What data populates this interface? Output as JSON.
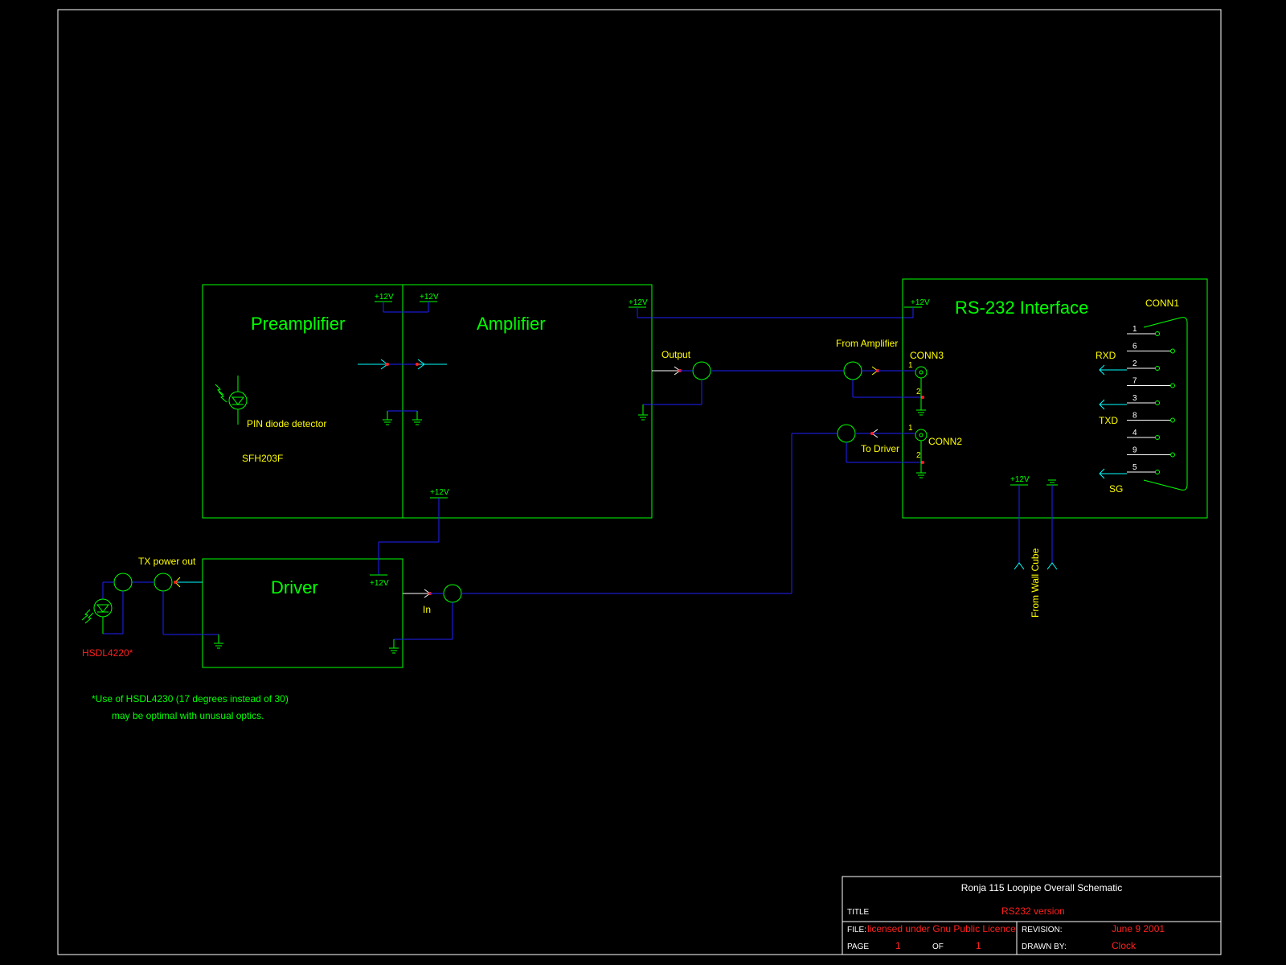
{
  "blocks": {
    "preamplifier": "Preamplifier",
    "amplifier": "Amplifier",
    "rs232": "RS-232 Interface",
    "driver": "Driver"
  },
  "labels": {
    "v12": "+12V",
    "output": "Output",
    "from_amplifier": "From Amplifier",
    "to_driver": "To Driver",
    "in": "In",
    "tx_power_out": "TX power out",
    "pin_detector": "PIN diode detector",
    "sfh": "SFH203F",
    "hsdl": "HSDL4220*",
    "conn1": "CONN1",
    "conn2": "CONN2",
    "conn3": "CONN3",
    "rxd": "RXD",
    "txd": "TXD",
    "sg": "SG",
    "wall_cube": "From Wall Cube",
    "pin_1": "1",
    "pin_2": "2"
  },
  "db9_pins": [
    "1",
    "6",
    "2",
    "7",
    "3",
    "8",
    "4",
    "9",
    "5"
  ],
  "note": {
    "line1": "*Use of HSDL4230 (17 degrees instead of 30)",
    "line2": "may be optimal with unusual optics."
  },
  "title_block": {
    "title_text": "Ronja 115 Loopipe Overall Schematic",
    "title_label": "TITLE",
    "title_value": "RS232 version",
    "file_label": "FILE:",
    "file_value": "licensed under Gnu Public Licence",
    "revision_label": "REVISION:",
    "revision_value": "June 9 2001",
    "page_label": "PAGE",
    "page_value": "1",
    "of_label": "OF",
    "of_value": "1",
    "drawn_label": "DRAWN BY:",
    "drawn_value": "Clock"
  },
  "colors": {
    "background": "#000000",
    "border": "#ffffff",
    "block": "#00ff00",
    "wire": "#2020ff",
    "label": "#ffff00",
    "accent_red": "#ff2020",
    "signal": "#00ffff"
  }
}
